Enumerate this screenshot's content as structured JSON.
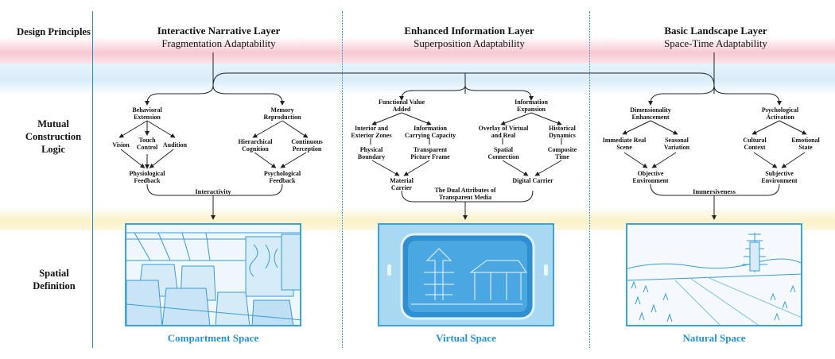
{
  "rows": {
    "design": "Design Principles",
    "construction": "Mutual Construction Logic",
    "spatial": "Spatial Definition"
  },
  "columns": [
    {
      "title": "Interactive Narrative Layer",
      "subtitle": "Fragmentation Adaptability",
      "space": "Compartment Space",
      "branch_left": "Behavioral Extension",
      "branch_right": "Memory Reproduction",
      "leaves": [
        "Vision",
        "Touch Control",
        "Audition",
        "Hierarchical Cognition",
        "Continuous Perception"
      ],
      "carrier_left": "Physiological Feedback",
      "carrier_right": "Psychological Feedback",
      "outcome": "Interactivity"
    },
    {
      "title": "Enhanced Information Layer",
      "subtitle": "Superposition Adaptability",
      "space": "Virtual Space",
      "branch_left": "Functional Value Added",
      "branch_right": "Information Expansion",
      "leaves": [
        "Interior and Exterior Zones",
        "Information Carrying Capacity",
        "Overlay of Virtual and Real",
        "Historical Dynamics"
      ],
      "subleaves": [
        "Physical Boundary",
        "Transparent Picture Frame",
        "Spatial Connection",
        "Composite Time"
      ],
      "carrier_left": "Material Carrier",
      "carrier_right": "Digital Carrier",
      "outcome": "The Dual Attributes of Transparent Media"
    },
    {
      "title": "Basic Landscape Layer",
      "subtitle": "Space-Time Adaptability",
      "space": "Natural Space",
      "branch_left": "Dimensionality Enhancement",
      "branch_right": "Psychological Activation",
      "leaves": [
        "Immediate Real Scene",
        "Seasonal Variation",
        "Cultural Context",
        "Emotional State"
      ],
      "carrier_left": "Objective Environment",
      "carrier_right": "Subjective Environment",
      "outcome": "Immersiveness"
    }
  ],
  "colors": {
    "accent": "#2a90cf",
    "pink_band": "#f7c9d2",
    "blue_band": "#d8ecf9",
    "yellow_band": "#fbf1c8"
  }
}
